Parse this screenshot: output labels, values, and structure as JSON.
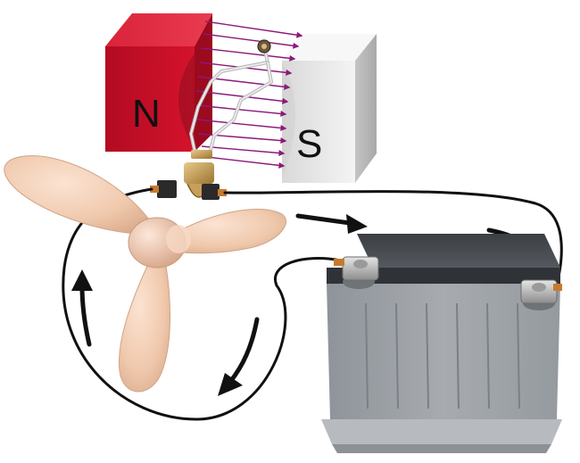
{
  "magnet": {
    "north_label": "N",
    "south_label": "S",
    "north_color": "#c8102e",
    "south_color": "#e8e8e8",
    "field_line_color": "#8b1a7a"
  },
  "components": [
    "magnet",
    "coil-loop",
    "commutator",
    "propeller",
    "battery",
    "circuit-wires",
    "current-arrows"
  ],
  "colors": {
    "propeller": "#f2cfb6",
    "battery_body": "#9ea3a8",
    "battery_top": "#4a4d52",
    "wire": "#111111",
    "arrow": "#111111"
  }
}
